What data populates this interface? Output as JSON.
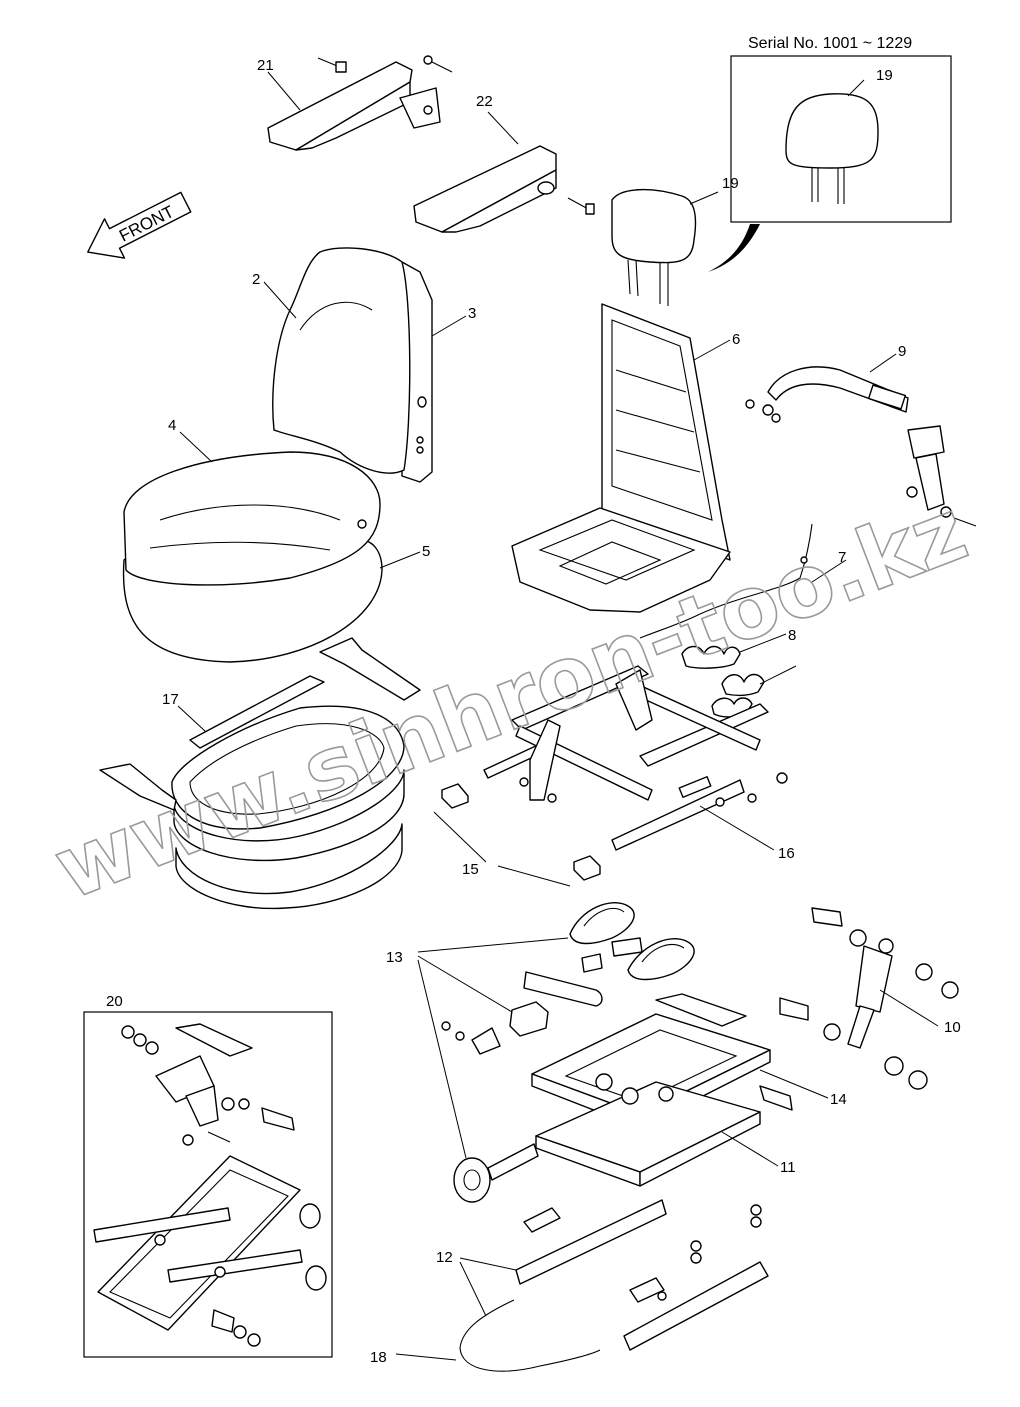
{
  "diagram": {
    "serial_label": "Serial No. 1001 ~ 1229",
    "front_label": "FRONT",
    "watermark": "www.sinhron-too.kz",
    "callouts": {
      "c2": "2",
      "c3": "3",
      "c4": "4",
      "c5": "5",
      "c6": "6",
      "c7": "7",
      "c8": "8",
      "c9": "9",
      "c10": "10",
      "c11": "11",
      "c12": "12",
      "c13": "13",
      "c14": "14",
      "c15": "15",
      "c16": "16",
      "c17": "17",
      "c18": "18",
      "c19a": "19",
      "c19b": "19",
      "c20": "20",
      "c21": "21",
      "c22": "22"
    }
  }
}
